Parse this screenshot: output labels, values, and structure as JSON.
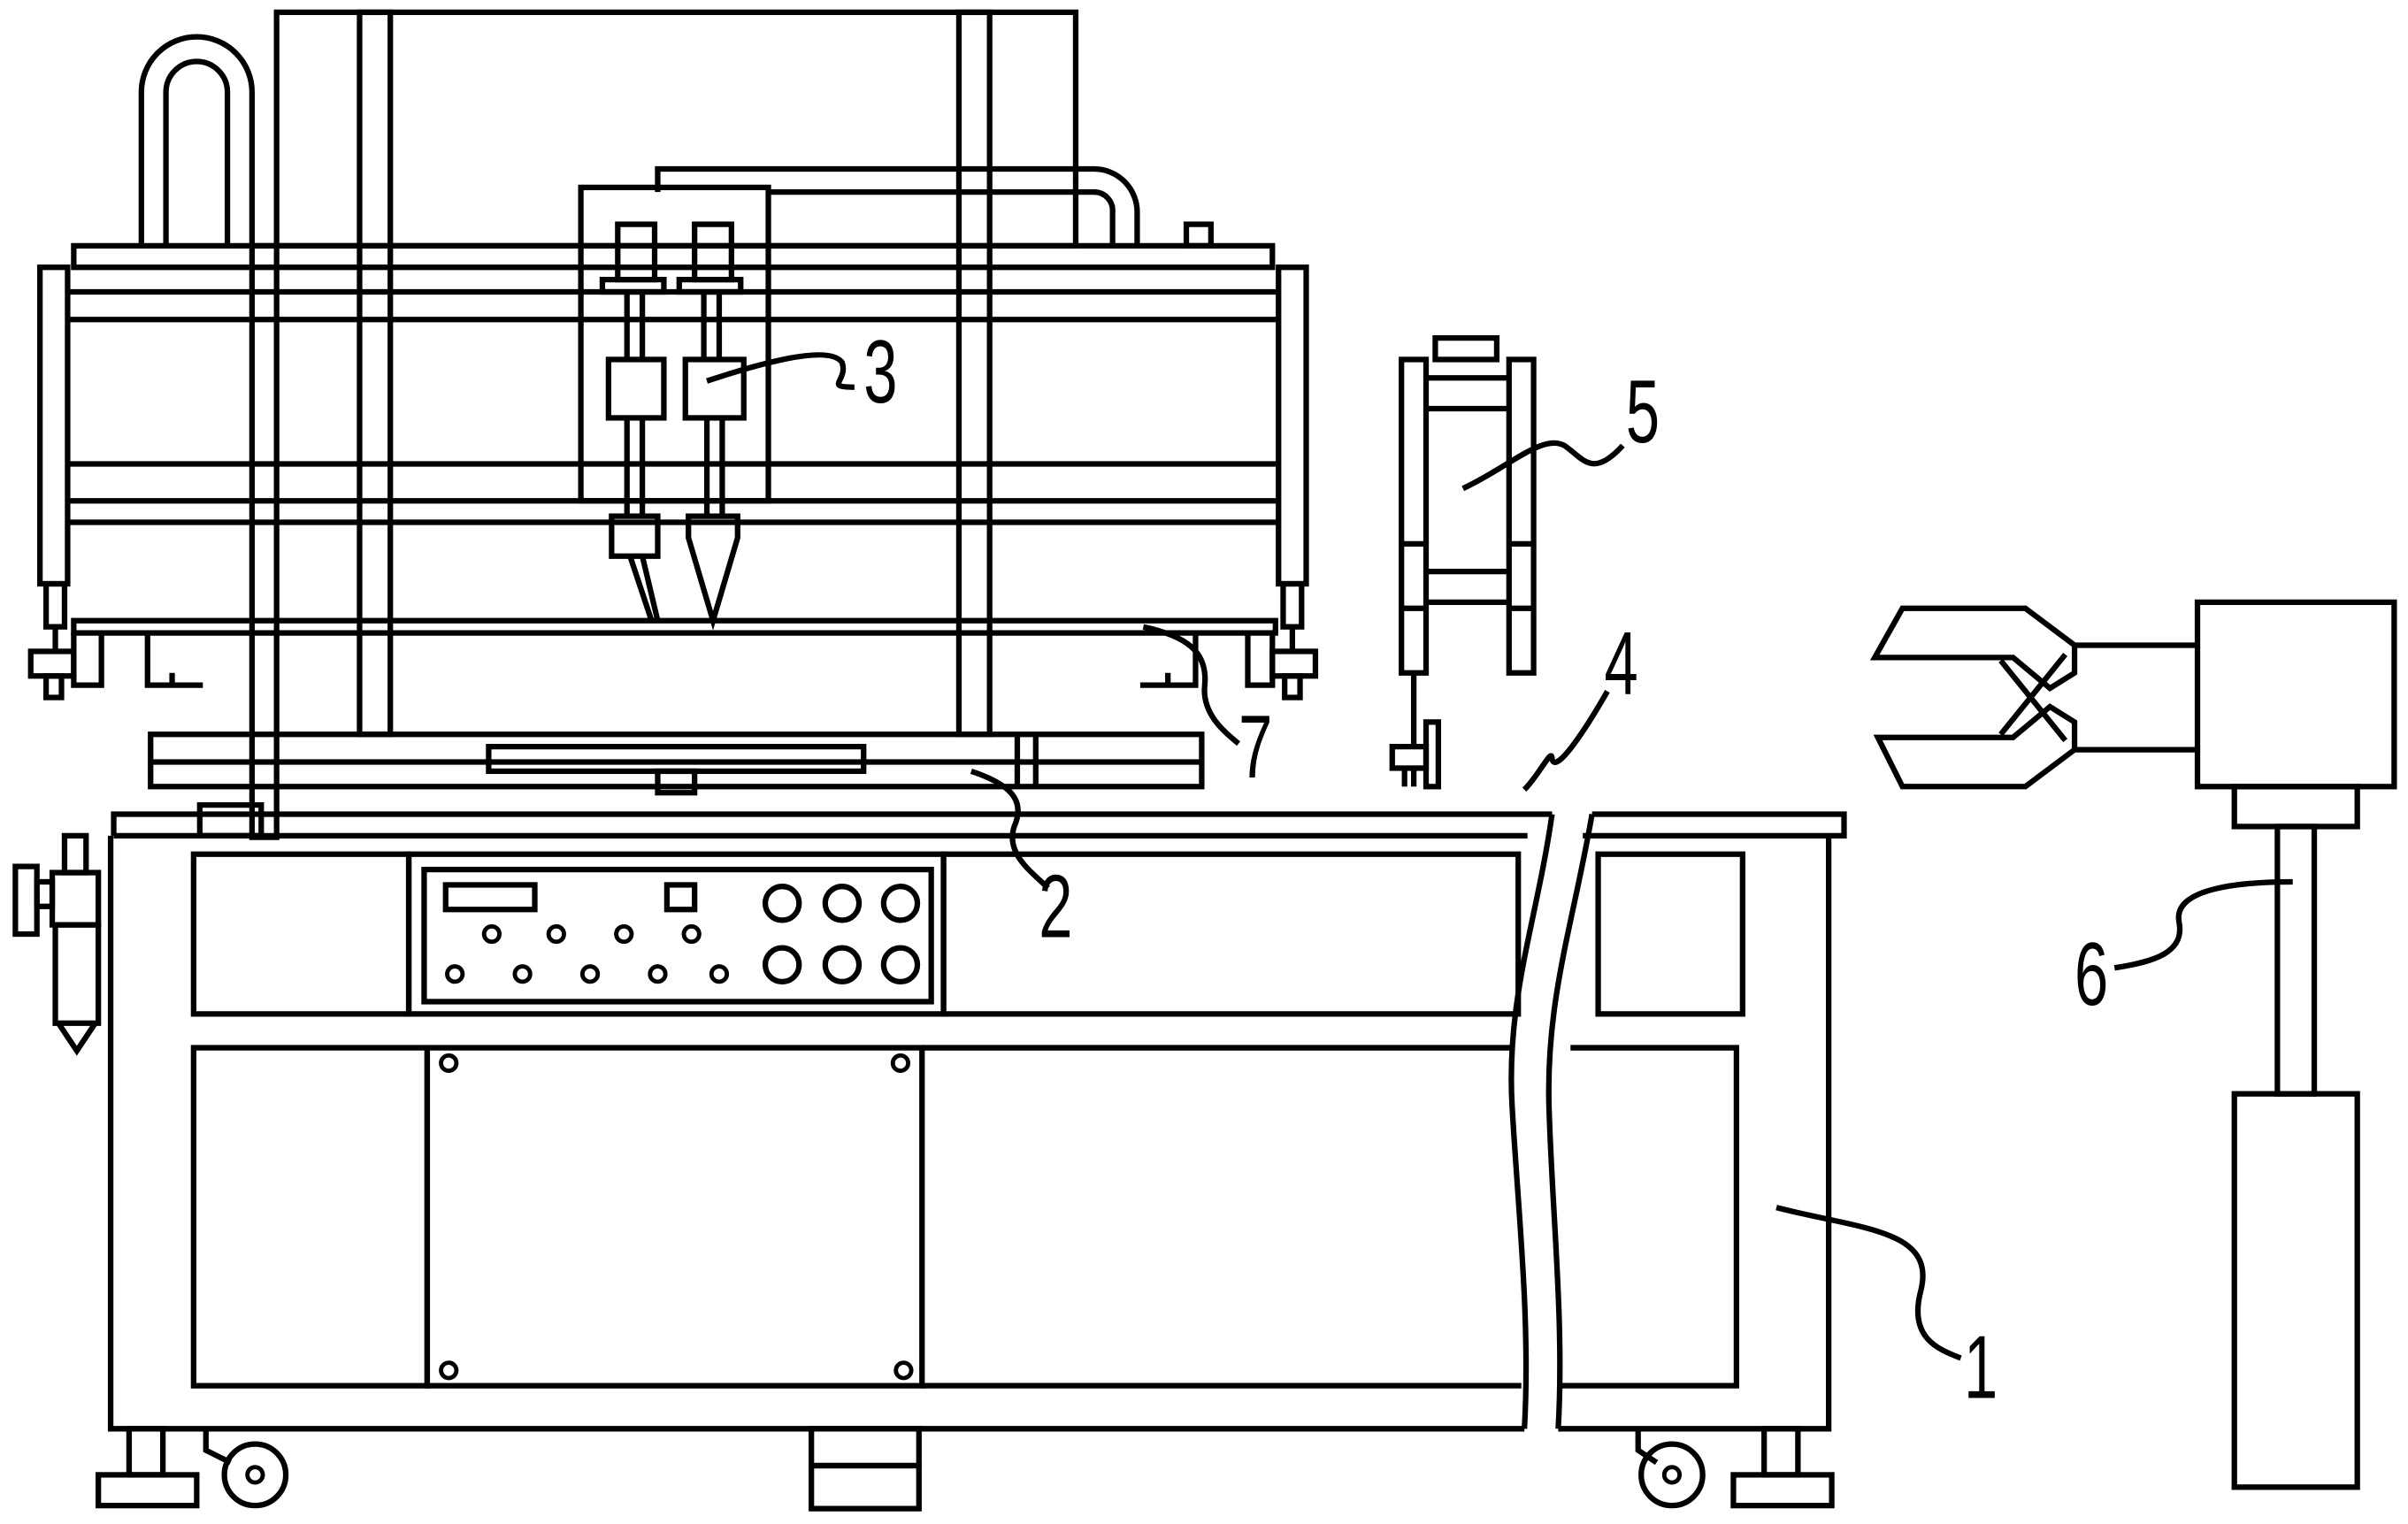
{
  "figure": {
    "background": "#ffffff",
    "line_color": "#000000",
    "callouts": {
      "base": "1",
      "worktable": "2",
      "print_head": "3",
      "cut": "4",
      "bracket": "5",
      "robot_arm": "6",
      "screen": "7"
    }
  }
}
